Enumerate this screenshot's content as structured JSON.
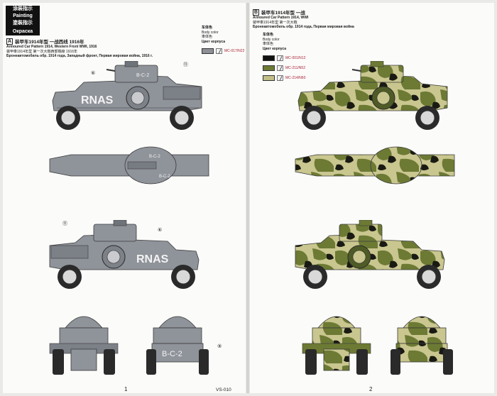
{
  "header": {
    "line1": "涂装指示",
    "line2": "Painting",
    "line3": "塗裝指示",
    "line4": "Окраска"
  },
  "left": {
    "letter": "A",
    "title": "装甲车1914年型 一战西线 1916年",
    "subtitle1": "Armoured Car Pattern 1914, Western Front WWI, 1916",
    "subtitle2": "装甲車1914年型 第一次大戦西部戦線 1916年",
    "subtitle3": "Бронеавтомобиль обр. 1914 года, Западный фронт, Первая мировая война, 1916 г.",
    "body_color_cn": "车体色",
    "body_color_en": "Body color",
    "body_color_jp": "車体色",
    "body_color_ru": "Цвет корпуса",
    "swatches": [
      {
        "code": "MC-017/N22",
        "color": "#8d9197"
      }
    ],
    "markings": {
      "side_text": "RNAS",
      "turret_text": "B-C-2",
      "top_text_1": "B-C-2",
      "top_text_2": "B-C-2",
      "rear_text": "B-C-2"
    },
    "callouts": [
      "⑥",
      "⑪",
      "⑪",
      "⑥",
      "⑨"
    ],
    "page_number": "1",
    "product_code": "VS-010"
  },
  "right": {
    "letter": "B",
    "title": "装甲车1914年型 一战",
    "subtitle1": "Armoured Car Pattern 1914, WWI",
    "subtitle2": "装甲車1914年型 第一次大戦",
    "subtitle3": "Бронеавтомобиль обр. 1914 года, Первая мировая война",
    "body_color_cn": "车体色",
    "body_color_en": "Body color",
    "body_color_jp": "車体色",
    "body_color_ru": "Цвет корпуса",
    "swatches": [
      {
        "code": "MC-001/N12",
        "color": "#111111"
      },
      {
        "code": "MC-211/N52",
        "color": "#6c7a34"
      },
      {
        "code": "MC-214/N60",
        "color": "#c2bf86"
      }
    ],
    "page_number": "2"
  },
  "colors": {
    "grey_body": "#8f939a",
    "grey_dark": "#6f737a",
    "camo_green": "#6c7a34",
    "camo_sand": "#c9c68f",
    "camo_black": "#1a1a14",
    "tyre": "#2a2a2a"
  }
}
